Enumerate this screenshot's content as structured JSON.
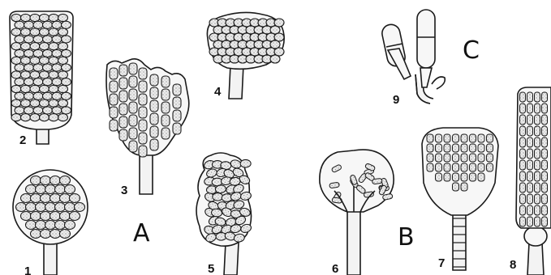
{
  "figure": {
    "group_labels": {
      "A": "A",
      "B": "B",
      "C": "C"
    },
    "specimen_numbers": [
      "1",
      "2",
      "3",
      "4",
      "5",
      "6",
      "7",
      "8",
      "9"
    ]
  }
}
